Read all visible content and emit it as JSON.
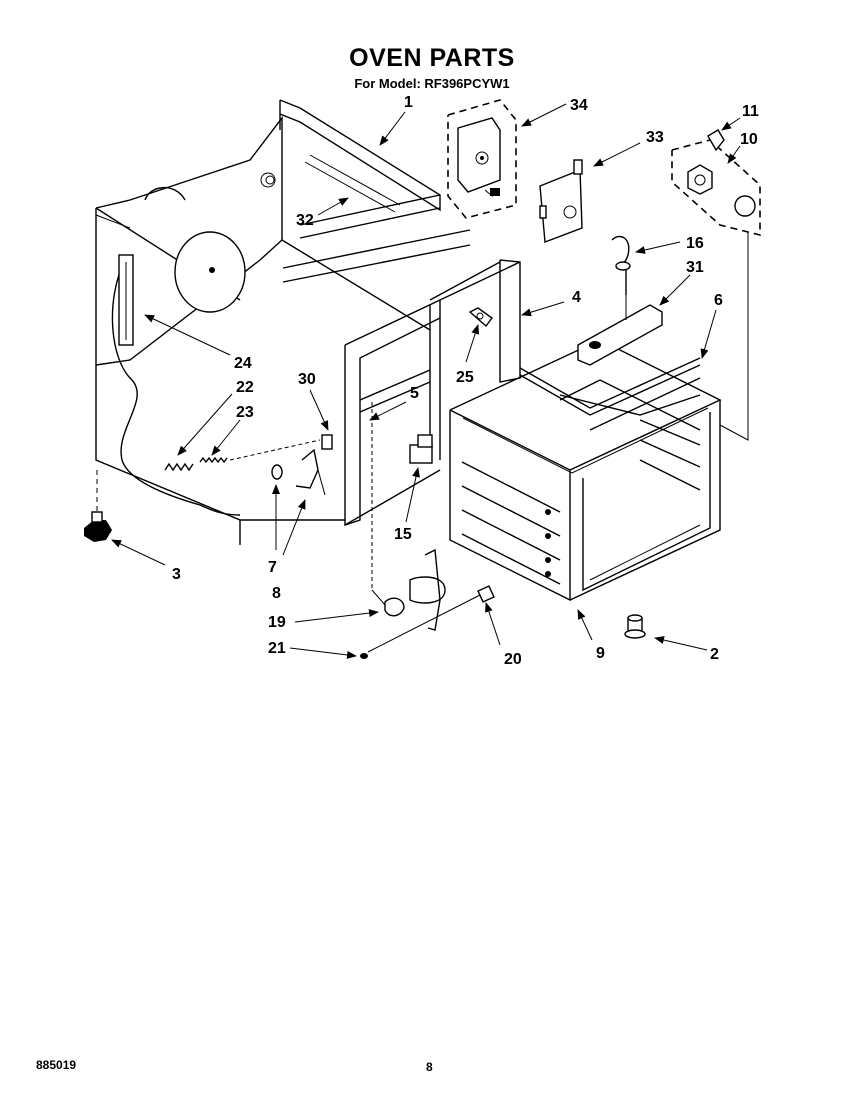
{
  "header": {
    "title": "OVEN PARTS",
    "subtitle": "For Model: RF396PCYW1"
  },
  "footer": {
    "doc_number": "885019",
    "page_number": "8"
  },
  "callouts": {
    "c1": "1",
    "c2": "2",
    "c3": "3",
    "c4": "4",
    "c5": "5",
    "c6": "6",
    "c7": "7",
    "c8": "8",
    "c9": "9",
    "c10": "10",
    "c11": "11",
    "c15": "15",
    "c16": "16",
    "c19": "19",
    "c20": "20",
    "c21": "21",
    "c22": "22",
    "c23": "23",
    "c24": "24",
    "c25": "25",
    "c30": "30",
    "c31": "31",
    "c32": "32",
    "c33": "33",
    "c34": "34"
  }
}
